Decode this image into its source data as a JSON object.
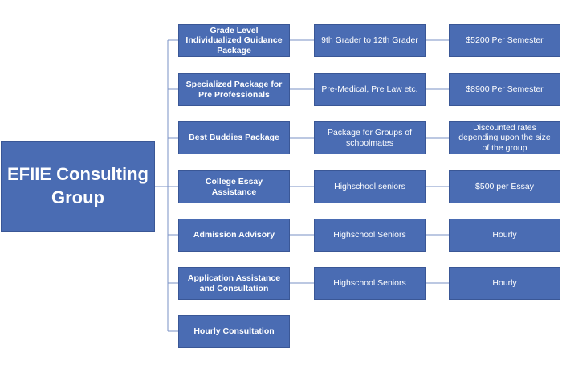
{
  "root": {
    "label": "EFIIE Consulting Group"
  },
  "services": [
    {
      "name": "Grade Level Individualized Guidance   Package",
      "audience": "9th Grader to 12th Grader",
      "price": "$5200 Per Semester"
    },
    {
      "name": "Specialized Package for Pre Professionals",
      "audience": "Pre-Medical, Pre Law etc.",
      "price": "$8900 Per Semester"
    },
    {
      "name": "Best Buddies Package",
      "audience": "Package for Groups of schoolmates",
      "price": "Discounted rates depending upon the size of the group"
    },
    {
      "name": "College Essay Assistance",
      "audience": "Highschool seniors",
      "price": "$500 per Essay"
    },
    {
      "name": "Admission Advisory",
      "audience": "Highschool Seniors",
      "price": "Hourly"
    },
    {
      "name": "Application Assistance and Consultation",
      "audience": "Highschool Seniors",
      "price": "Hourly"
    },
    {
      "name": "Hourly Consultation"
    }
  ],
  "colors": {
    "box_fill": "#4a6cb3",
    "box_border": "#3a5796",
    "connector": "#7a92c6"
  }
}
